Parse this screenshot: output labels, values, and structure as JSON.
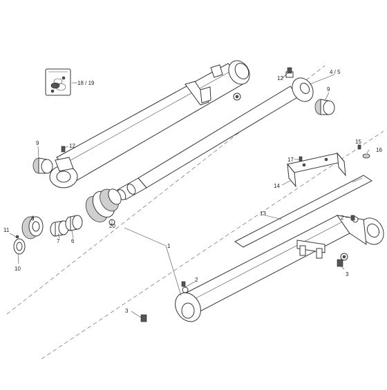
{
  "callouts": [
    {
      "id": "c18_19",
      "label": "18 / 19"
    },
    {
      "id": "c12a",
      "label": "12"
    },
    {
      "id": "c4_5",
      "label": "4 / 5"
    },
    {
      "id": "c9a",
      "label": "9"
    },
    {
      "id": "c9b",
      "label": "9"
    },
    {
      "id": "c12b",
      "label": "12"
    },
    {
      "id": "c15",
      "label": "15"
    },
    {
      "id": "c16",
      "label": "16"
    },
    {
      "id": "c17",
      "label": "17"
    },
    {
      "id": "c14",
      "label": "14"
    },
    {
      "id": "c13",
      "label": "13"
    },
    {
      "id": "c2a",
      "label": "2"
    },
    {
      "id": "c3a",
      "label": "3"
    },
    {
      "id": "c1",
      "label": "1"
    },
    {
      "id": "c2b",
      "label": "2"
    },
    {
      "id": "c3b",
      "label": "3"
    },
    {
      "id": "c11",
      "label": "11"
    },
    {
      "id": "c8",
      "label": "8"
    },
    {
      "id": "c7",
      "label": "7"
    },
    {
      "id": "c6",
      "label": "6"
    },
    {
      "id": "c20",
      "label": "20"
    },
    {
      "id": "c10",
      "label": "10"
    }
  ]
}
